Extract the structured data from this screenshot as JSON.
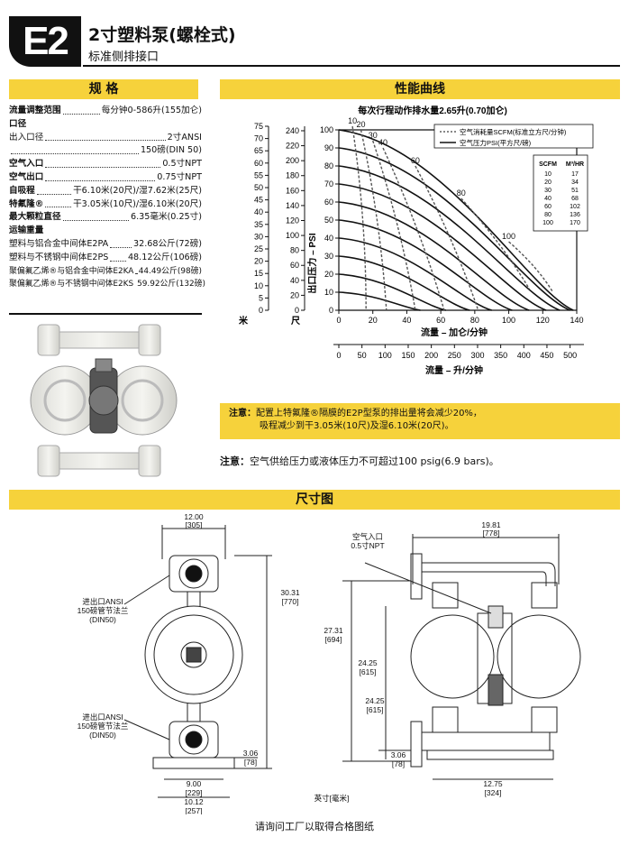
{
  "header": {
    "badge": "E2",
    "title": "2寸塑料泵(螺栓式)",
    "subtitle": "标准侧排接口"
  },
  "sections": {
    "specs": "规 格",
    "performance": "性能曲线",
    "dimensions": "尺寸图"
  },
  "specs": {
    "flow": {
      "label": "流量调整范围",
      "value": "每分钟0-586升(155加仑)"
    },
    "port": "口径",
    "inout": {
      "label": "出入口径",
      "value": "2寸ANSI"
    },
    "inout_din": "150磅(DIN 50)",
    "air_in": {
      "label": "空气入口",
      "value": "0.5寸NPT"
    },
    "air_out": {
      "label": "空气出口",
      "value": "0.75寸NPT"
    },
    "suction": {
      "label": "自吸程",
      "value": "干6.10米(20尺)/湿7.62米(25尺)"
    },
    "teflon": {
      "label": "特氟隆®",
      "value": "干3.05米(10尺)/湿6.10米(20尺)"
    },
    "solid": {
      "label": "最大颗粒直径",
      "value": "6.35毫米(0.25寸)"
    },
    "weight_title": "运输重量",
    "w1": {
      "label": "塑料与铝合金中间体E2PA",
      "value": "32.68公斤(72磅)"
    },
    "w2": {
      "label": "塑料与不锈钢中间体E2PS",
      "value": "48.12公斤(106磅)"
    },
    "w3": {
      "label": "聚偏氟乙烯®与铝合金中间体E2KA",
      "value": "44.49公斤(98磅)"
    },
    "w4": {
      "label": "聚偏氟乙烯®与不锈钢中间体E2KS",
      "value": "59.92公斤(132磅)"
    }
  },
  "chart_data": {
    "type": "line",
    "title": "每次行程动作排水量2.65升(0.70加仑)",
    "xlabel": "流量 – 加仑/分钟",
    "x2label": "流量 – 升/分钟",
    "ylabel": "出口压力 – PSI",
    "ylabel_m": "米",
    "ylabel_ft": "尺",
    "xlim": [
      0,
      140
    ],
    "ylim": [
      0,
      100
    ],
    "x_ticks": [
      0,
      20,
      40,
      60,
      80,
      100,
      120,
      140
    ],
    "x2_ticks": [
      0,
      50,
      100,
      150,
      200,
      250,
      300,
      350,
      400,
      450,
      500
    ],
    "y_ticks": [
      0,
      10,
      20,
      30,
      40,
      50,
      60,
      70,
      80,
      90,
      100
    ],
    "m_ticks": [
      0,
      5,
      10,
      15,
      20,
      25,
      30,
      35,
      40,
      45,
      50,
      55,
      60,
      65,
      70,
      75
    ],
    "ft_ticks": [
      0,
      20,
      40,
      60,
      80,
      100,
      120,
      140,
      160,
      180,
      200,
      220,
      240
    ],
    "legend": {
      "dashed": "空气消耗量SCFM(标准立方尺/分钟)",
      "solid": "空气压力PSI(平方尺/磅)"
    },
    "table": {
      "headers": [
        "SCFM",
        "M³/HR"
      ],
      "rows": [
        [
          "10",
          "17"
        ],
        [
          "20",
          "34"
        ],
        [
          "30",
          "51"
        ],
        [
          "40",
          "68"
        ],
        [
          "60",
          "102"
        ],
        [
          "80",
          "136"
        ],
        [
          "100",
          "170"
        ]
      ]
    },
    "solid_series": [
      {
        "start": 100,
        "end": 138
      },
      {
        "start": 90,
        "end": 136
      },
      {
        "start": 80,
        "end": 130
      },
      {
        "start": 70,
        "end": 122
      },
      {
        "start": 60,
        "end": 112
      },
      {
        "start": 50,
        "end": 102
      },
      {
        "start": 40,
        "end": 90
      },
      {
        "start": 30,
        "end": 77
      },
      {
        "start": 20,
        "end": 63
      },
      {
        "start": 10,
        "end": 48
      }
    ],
    "dashed_series": [
      {
        "name": "10",
        "points": [
          [
            8,
            102
          ],
          [
            16,
            0
          ]
        ]
      },
      {
        "name": "20",
        "points": [
          [
            13,
            100
          ],
          [
            28,
            0
          ]
        ]
      },
      {
        "name": "30",
        "points": [
          [
            20,
            94
          ],
          [
            45,
            0
          ]
        ]
      },
      {
        "name": "40",
        "points": [
          [
            26,
            90
          ],
          [
            62,
            0
          ]
        ]
      },
      {
        "name": "60",
        "points": [
          [
            45,
            80
          ],
          [
            82,
            0
          ]
        ]
      },
      {
        "name": "80",
        "points": [
          [
            72,
            62
          ],
          [
            112,
            12
          ]
        ]
      },
      {
        "name": "100",
        "points": [
          [
            100,
            38
          ],
          [
            126,
            10
          ]
        ]
      }
    ]
  },
  "notes": {
    "tag": "注意：",
    "note1_l1": "配置上特氟隆®隔膜的E2P型泵的排出量将会减少20%，",
    "note1_l2": "吸程减少到干3.05米(10尺)及湿6.10米(20尺)。",
    "note2": "空气供给压力或液体压力不可超过100 psig(6.9 bars)。"
  },
  "dimensions": {
    "w_top": "12.00",
    "w_top_mm": "[305]",
    "h_total": "30.31",
    "h_total_mm": "[770]",
    "outlet1": "进出口ANSI",
    "outlet2": "150磅管节法兰",
    "outlet3": "(DIN50)",
    "inlet1": "进出口ANSI",
    "inlet2": "150磅管节法兰",
    "inlet3": "(DIN50)",
    "w_base": "9.00",
    "w_base_mm": "[229]",
    "w_feet": "10.12",
    "w_feet_mm": "[257]",
    "h_foot": "3.06",
    "h_foot_mm": "[78]",
    "air1": "空气入口",
    "air2": "0.5寸NPT",
    "w_side": "19.81",
    "w_side_mm": "[778]",
    "h_side": "27.31",
    "h_side_mm": "[694]",
    "h_mid1": "24.25",
    "h_mid1_mm": "[615]",
    "h_mid2": "24.25",
    "h_mid2_mm": "[615]",
    "h_foot2": "3.06",
    "h_foot2_mm": "[78]",
    "w_side_base": "12.75",
    "w_side_base_mm": "[324]",
    "units": "英寸[毫米]"
  },
  "footer": "请询问工厂以取得合格图纸"
}
